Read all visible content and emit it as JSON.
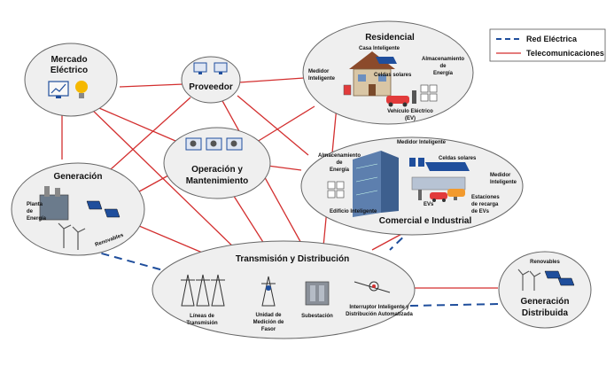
{
  "legend": {
    "electric": "Red Eléctrica",
    "telecom": "Telecomunicaciones",
    "colors": {
      "electric": "#1f4e9c",
      "telecom": "#d32f2f"
    }
  },
  "nodes": {
    "mercado": {
      "title_line1": "Mercado",
      "title_line2": "Eléctrico"
    },
    "proveedor": {
      "title": "Proveedor"
    },
    "residencial": {
      "title": "Residencial",
      "casa": "Casa Inteligente",
      "medidor_l1": "Medidor",
      "medidor_l2": "Inteligente",
      "celdas": "Celdas solares",
      "almac_l1": "Almacenamiento",
      "almac_l2": "de",
      "almac_l3": "Energía",
      "vehiculo_l1": "Vehículo Eléctrico",
      "vehiculo_l2": "(EV)"
    },
    "operacion": {
      "title_line1": "Operación y",
      "title_line2": "Mantenimiento"
    },
    "comercial": {
      "title": "Comercial e Industrial",
      "almac_l1": "Almacenamiento",
      "almac_l2": "de",
      "almac_l3": "Energía",
      "medidor": "Medidor Inteligente",
      "celdas": "Celdas solares",
      "medidor2_l1": "Medidor",
      "medidor2_l2": "Inteligente",
      "evs": "EVs",
      "estaciones_l1": "Estaciones",
      "estaciones_l2": "de recarga",
      "estaciones_l3": "de EVs",
      "edificio": "Edificio Inteligente"
    },
    "generacion": {
      "title": "Generación",
      "planta_l1": "Planta",
      "planta_l2": "de",
      "planta_l3": "Energía",
      "renovables": "Renovables"
    },
    "transmision": {
      "title": "Transmisión y Distribución",
      "lineas_l1": "Líneas de",
      "lineas_l2": "Transmisión",
      "unidad_l1": "Unidad de",
      "unidad_l2": "Medición de",
      "unidad_l3": "Fasor",
      "subestacion": "Subestación",
      "interruptor_l1": "Interruptor Inteligente y",
      "interruptor_l2": "Distribución Automatizada"
    },
    "distribuida": {
      "renovables": "Renovables",
      "title_line1": "Generación",
      "title_line2": "Distribuida"
    }
  }
}
